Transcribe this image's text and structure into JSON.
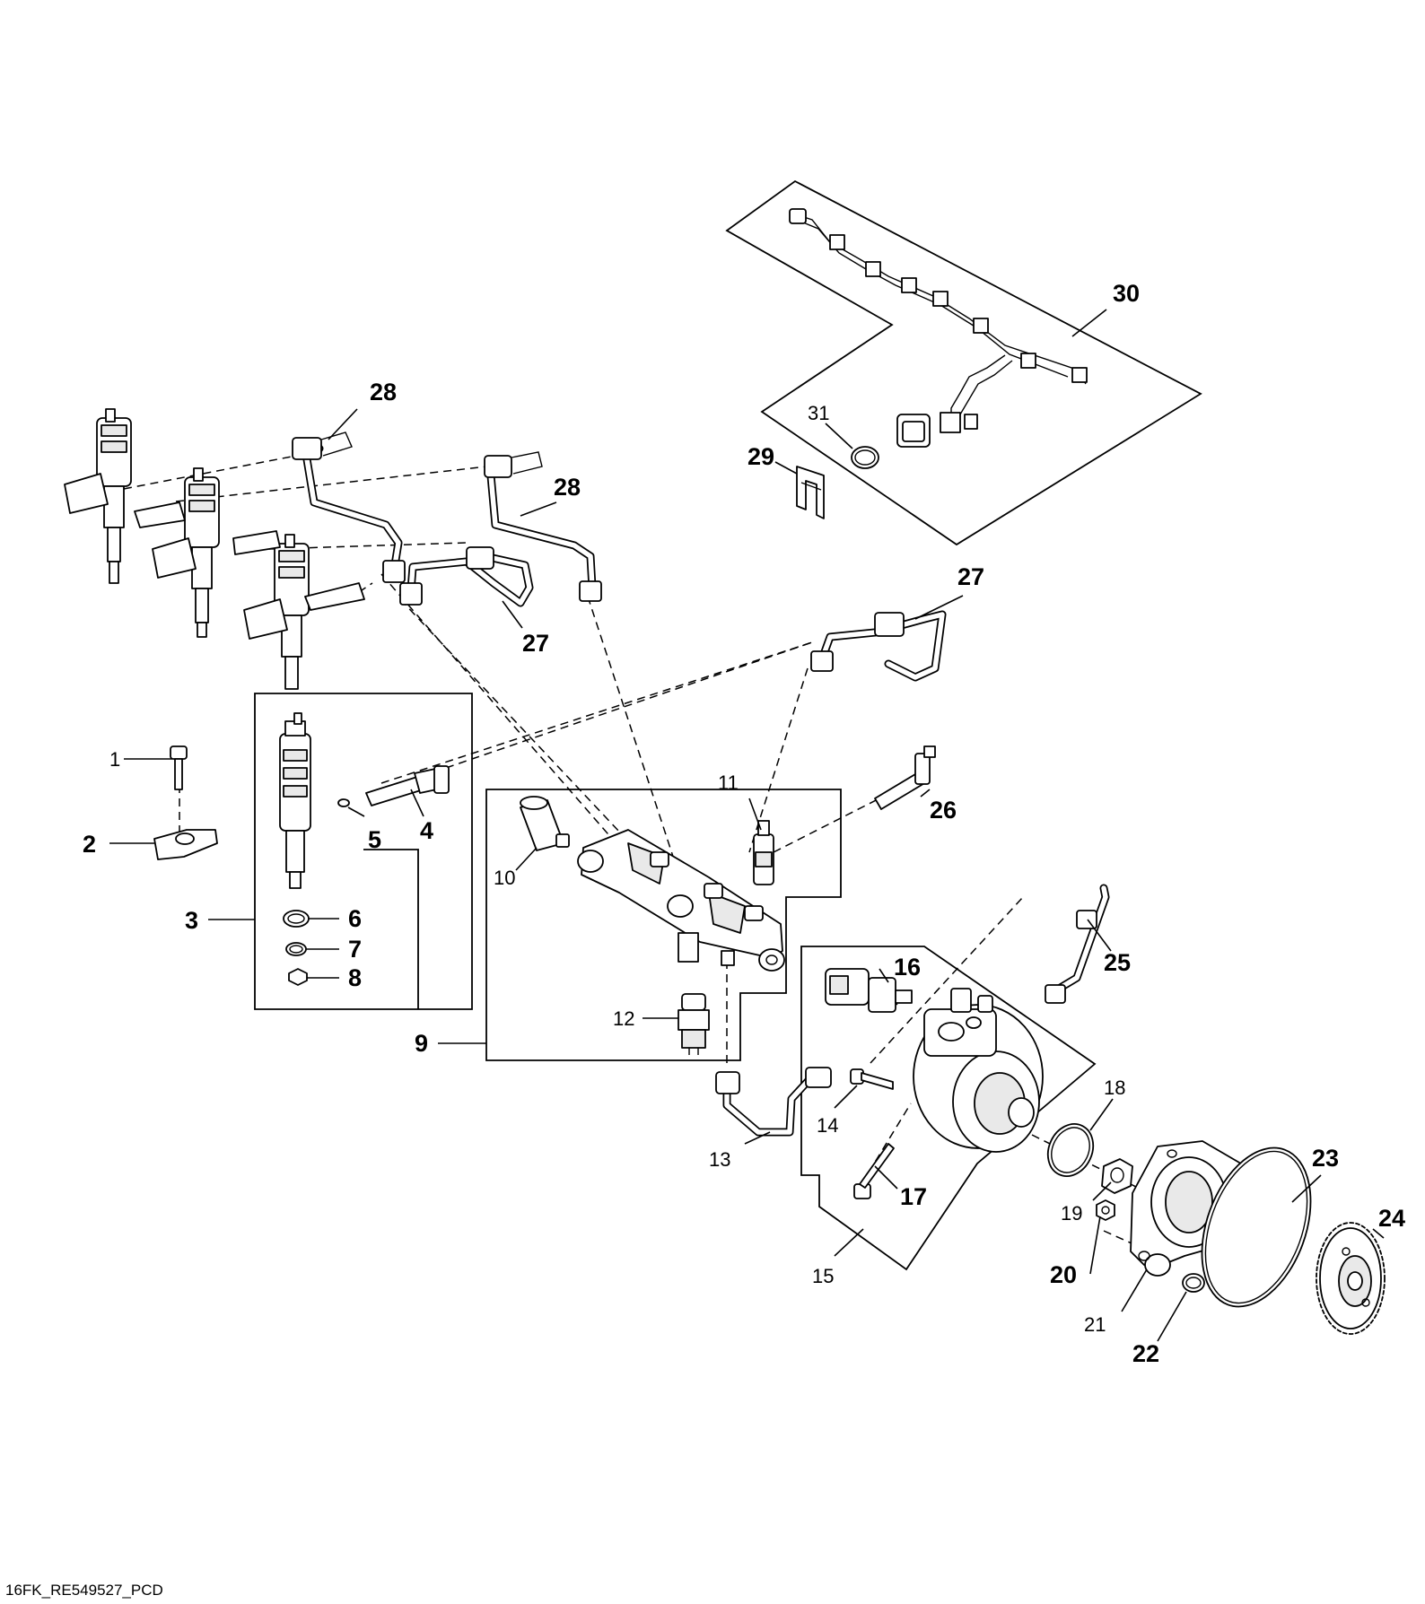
{
  "drawing_id": "16FK_RE549527_PCD",
  "callouts": {
    "c1": "1",
    "c2": "2",
    "c3": "3",
    "c4": "4",
    "c5": "5",
    "c6": "6",
    "c7": "7",
    "c8": "8",
    "c9": "9",
    "c10": "10",
    "c11": "11",
    "c12": "12",
    "c13": "13",
    "c14": "14",
    "c15": "15",
    "c16": "16",
    "c17": "17",
    "c18": "18",
    "c19": "19",
    "c20": "20",
    "c21": "21",
    "c22": "22",
    "c23": "23",
    "c24": "24",
    "c25": "25",
    "c26": "26",
    "c27a": "27",
    "c27b": "27",
    "c28a": "28",
    "c28b": "28",
    "c29": "29",
    "c30": "30",
    "c31": "31"
  }
}
